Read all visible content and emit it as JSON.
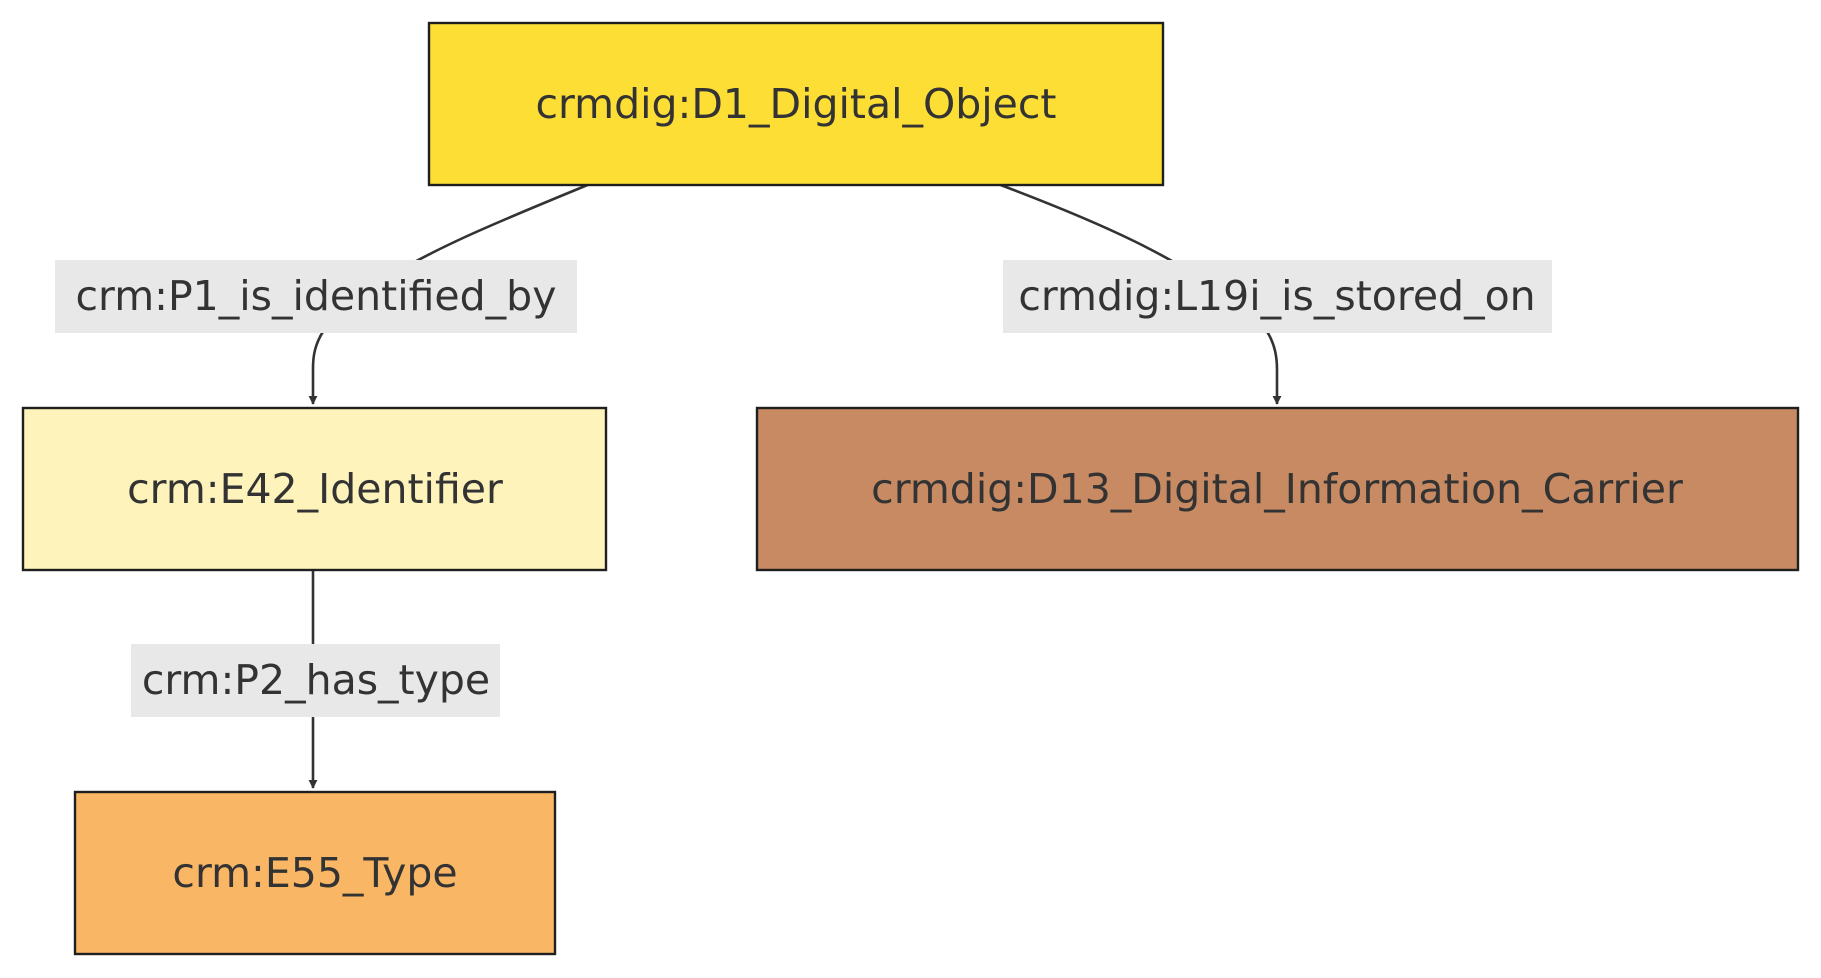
{
  "nodes": {
    "digital_object": {
      "label": "crmdig:D1_Digital_Object",
      "fill": "#FDDE35"
    },
    "identifier": {
      "label": "crm:E42_Identifier",
      "fill": "#FEF3BA"
    },
    "carrier": {
      "label": "crmdig:D13_Digital_Information_Carrier",
      "fill": "#C78A63"
    },
    "type": {
      "label": "crm:E55_Type",
      "fill": "#F9B766"
    }
  },
  "edges": {
    "identified_by": {
      "label": "crm:P1_is_identified_by",
      "from": "digital_object",
      "to": "identifier"
    },
    "stored_on": {
      "label": "crmdig:L19i_is_stored_on",
      "from": "digital_object",
      "to": "carrier"
    },
    "has_type": {
      "label": "crm:P2_has_type",
      "from": "identifier",
      "to": "type"
    }
  },
  "colors": {
    "edge_stroke": "#333333",
    "label_background": "#E8E8E8",
    "node_border": "#1F1F1F"
  }
}
